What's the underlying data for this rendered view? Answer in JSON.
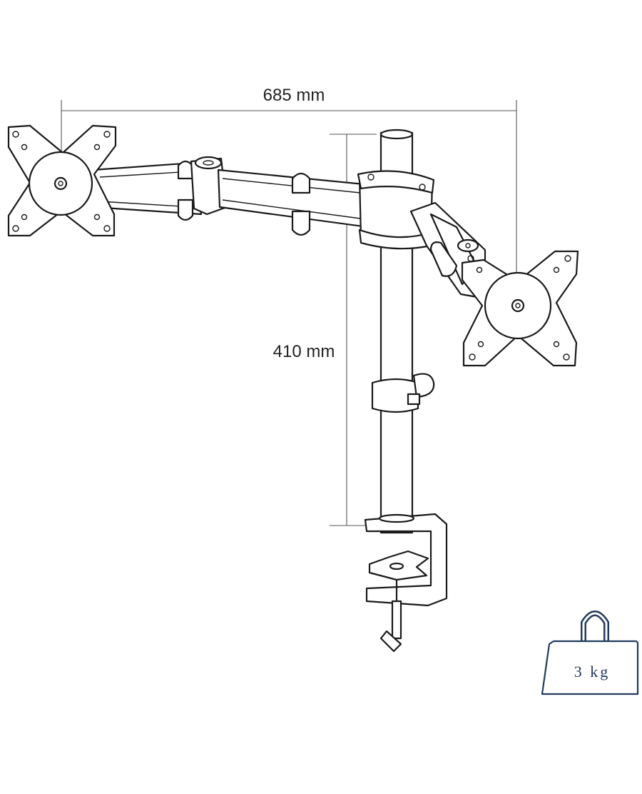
{
  "dimensions": {
    "width_label": "685 mm",
    "height_label": "410 mm"
  },
  "weight_badge": {
    "label": "3 kg",
    "color": "#223a5e"
  },
  "colors": {
    "line": "#1a1a1a",
    "dimension": "#555555",
    "background": "#ffffff"
  }
}
